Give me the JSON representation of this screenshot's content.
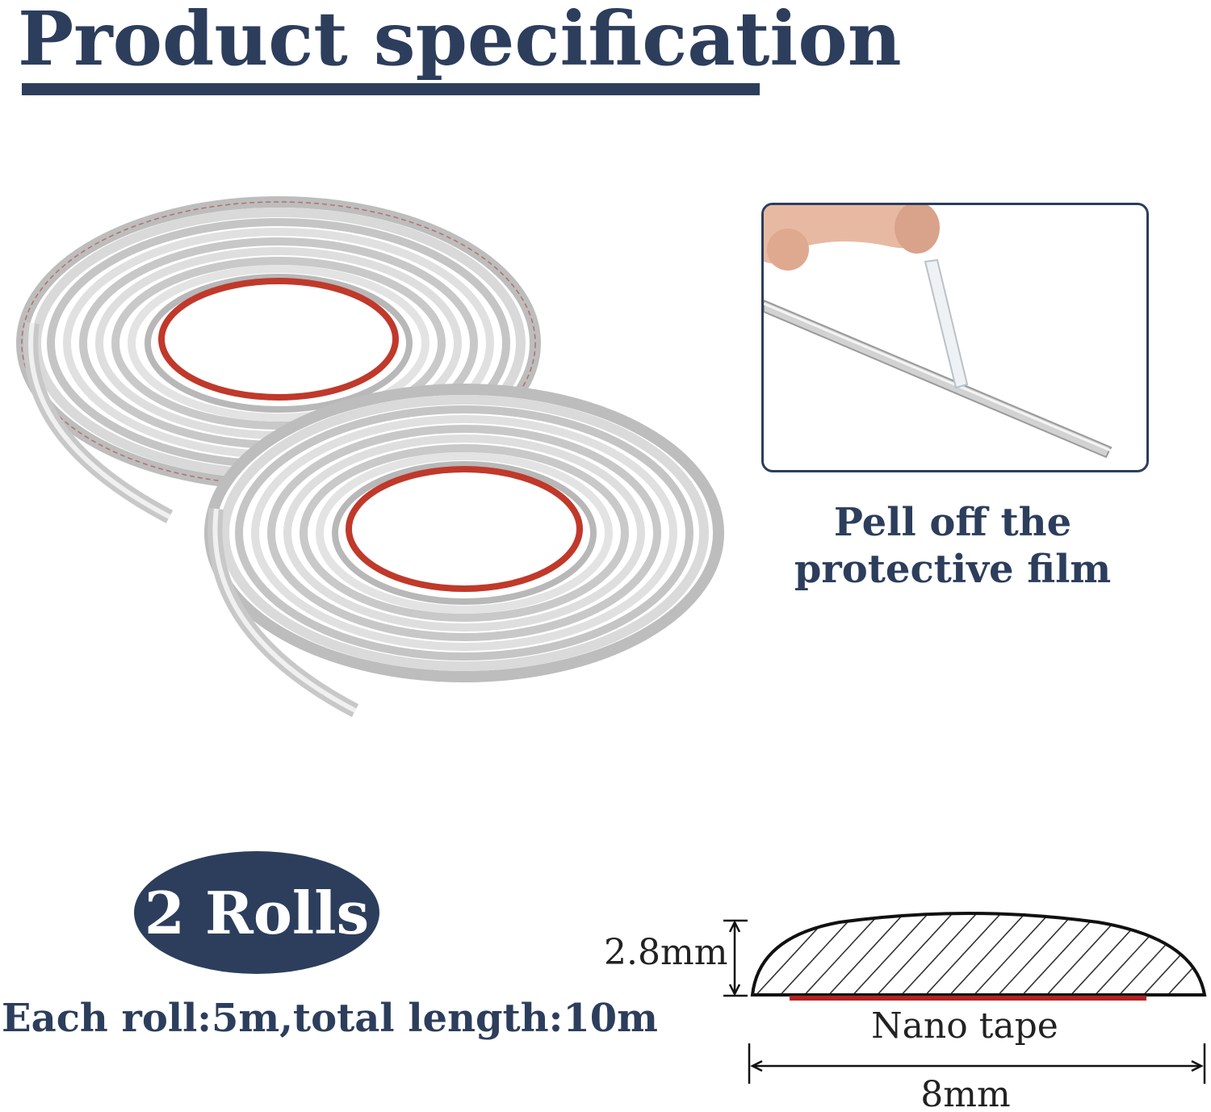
{
  "title": "Product specification",
  "film_caption": {
    "line1": "Pell off the",
    "line2": "protective film"
  },
  "badge": "2 Rolls",
  "length_info": "Each roll:5m,total length:10m",
  "profile": {
    "height_label": "2.8mm",
    "tape_label": "Nano tape",
    "width_label": "8mm"
  },
  "colors": {
    "navy": "#2c3e5c",
    "tape_red": "#b22222",
    "chrome": "#c8c8c8"
  }
}
